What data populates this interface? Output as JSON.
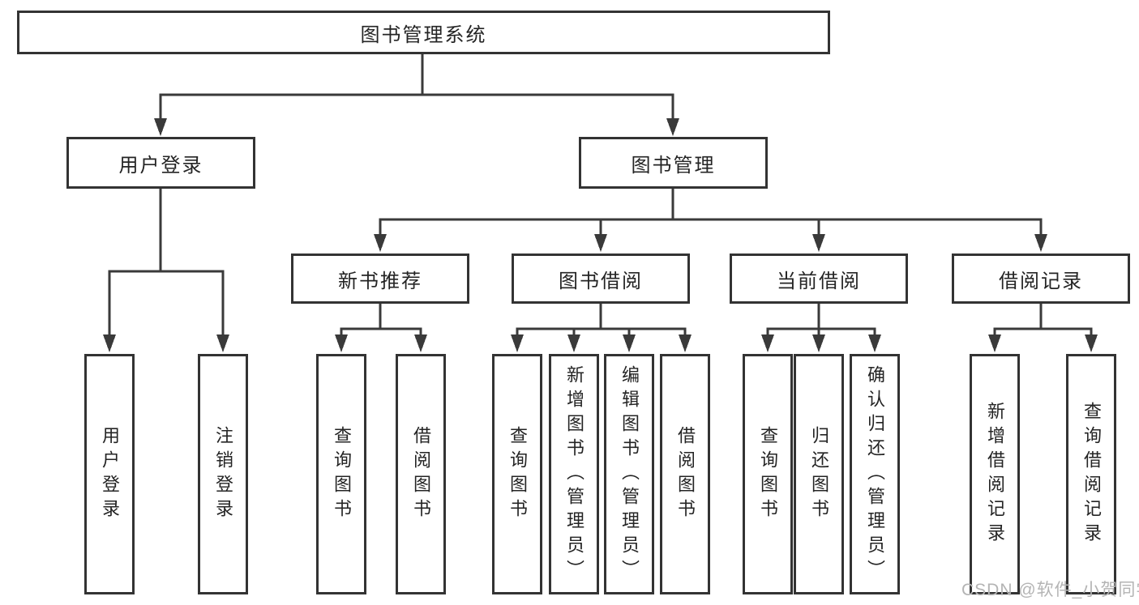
{
  "colors": {
    "line": "#3a3a3a",
    "box_border": "#333333",
    "background": "#ffffff",
    "text": "#242424",
    "watermark": "#b4b4b4"
  },
  "watermark": {
    "text": "CSDN @软件_小贺同学"
  },
  "tree": {
    "label": "图书管理系统",
    "children": [
      {
        "label": "用户登录",
        "children": [
          {
            "label": "用户登录"
          },
          {
            "label": "注销登录"
          }
        ]
      },
      {
        "label": "图书管理",
        "children": [
          {
            "label": "新书推荐",
            "children": [
              {
                "label": "查询图书"
              },
              {
                "label": "借阅图书"
              }
            ]
          },
          {
            "label": "图书借阅",
            "children": [
              {
                "label": "查询图书"
              },
              {
                "label": "新增图书（管理员）"
              },
              {
                "label": "编辑图书（管理员）"
              },
              {
                "label": "借阅图书"
              }
            ]
          },
          {
            "label": "当前借阅",
            "children": [
              {
                "label": "查询图书"
              },
              {
                "label": "归还图书"
              },
              {
                "label": "确认归还（管理员）"
              }
            ]
          },
          {
            "label": "借阅记录",
            "children": [
              {
                "label": "新增借阅记录"
              },
              {
                "label": "查询借阅记录"
              }
            ]
          }
        ]
      }
    ]
  }
}
